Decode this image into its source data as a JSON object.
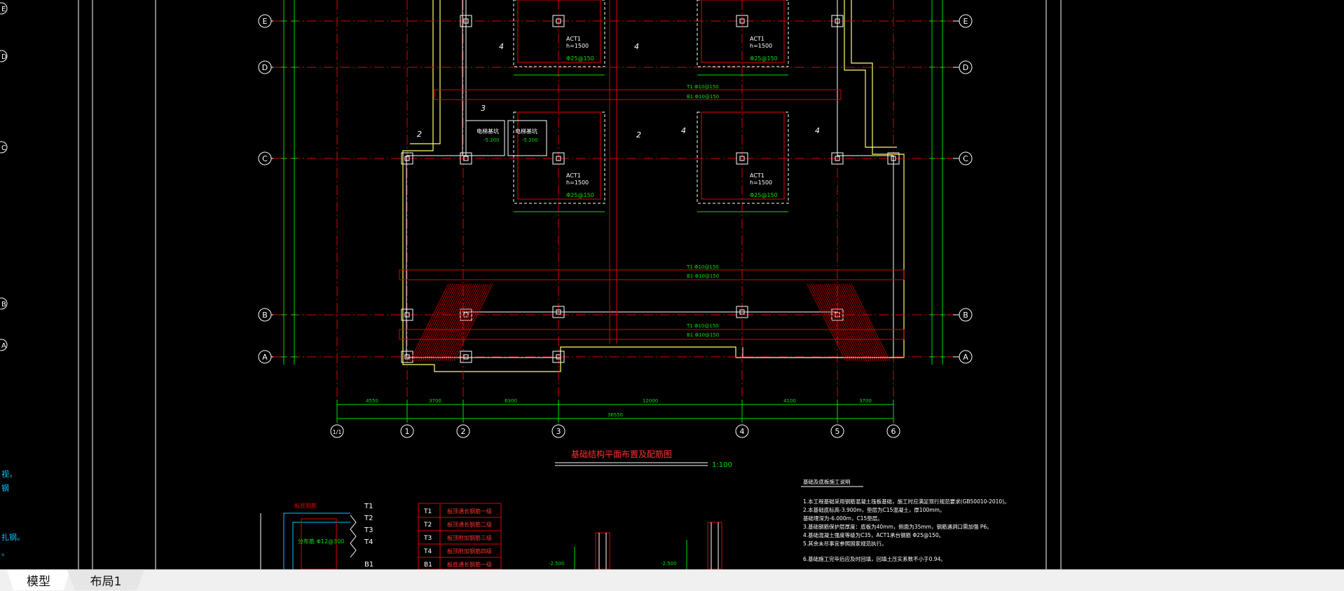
{
  "drawing": {
    "main_title": "基础结构平面布置及配筋图",
    "scale": "1:100",
    "grid_rows": [
      "E",
      "D",
      "C",
      "B",
      "A"
    ],
    "grid_cols": [
      "1/1",
      "1",
      "2",
      "3",
      "4",
      "5",
      "6"
    ],
    "total_dim": "36550",
    "bay_dims": [
      "4550",
      "3700",
      "6300",
      "12000",
      "4100",
      "3700"
    ],
    "pile_caps": [
      {
        "name": "ACT1",
        "h": "h=1500",
        "rebar": "Φ25@150"
      },
      {
        "name": "ACT1",
        "h": "h=1500",
        "rebar": "Φ25@150"
      },
      {
        "name": "ACT1",
        "h": "h=1500",
        "rebar": "Φ25@150"
      },
      {
        "name": "ACT1",
        "h": "h=1500",
        "rebar": "Φ25@150"
      }
    ],
    "pit_label": "电梯基坑",
    "pit_level": "-5.200",
    "beam_labels": [
      "T1 Φ10@150",
      "B1 Φ10@150"
    ],
    "section_marks": [
      "4",
      "2",
      "3",
      "4",
      "2",
      "4",
      "4"
    ],
    "notes_title": "基础及底板施工说明",
    "notes": [
      "1.本工程基础采用钢筋混凝土筏板基础，施工时应满足现行规范要求(GB50010-2010)。",
      "2.本基础底标高-3.900m，垫层为C15混凝土，厚100mm。",
      "   基础埋深为-6.000m，C15垫层。",
      "3.基础钢筋保护层厚度：底板为40mm，侧面为35mm，钢筋遇洞口需加强 P6。",
      "4.基础混凝土强度等级为C35，ACT1承台钢筋 Φ25@150。",
      "5.其余未尽事宜参照国家规范执行。",
      "6.基础施工完毕后应及时回填，回填土压实系数不小于0.94。"
    ],
    "legend_items": [
      {
        "code": "T1",
        "desc": "板顶通长钢筋一级"
      },
      {
        "code": "T2",
        "desc": "板顶通长钢筋二级"
      },
      {
        "code": "T3",
        "desc": "板顶附加钢筋三级"
      },
      {
        "code": "T4",
        "desc": "板顶附加钢筋四级"
      },
      {
        "code": "B1",
        "desc": "板底通长钢筋一级"
      }
    ],
    "detail_label_top": "板底钢筋",
    "detail_label_mid": "分布筋 Φ12@300",
    "detail_levels": [
      "-2.500",
      "-2.500"
    ],
    "left_edge_letters": [
      "E",
      "D",
      "C",
      "B",
      "A"
    ]
  },
  "tabs": {
    "model": "模型",
    "layout1": "布局1"
  },
  "colors": {
    "background": "#000000",
    "grid_line": "#e00000",
    "dimension": "#00e000",
    "wall": "#ffff66",
    "structure": "#ffffff",
    "accent_cyan": "#00c8ff"
  }
}
